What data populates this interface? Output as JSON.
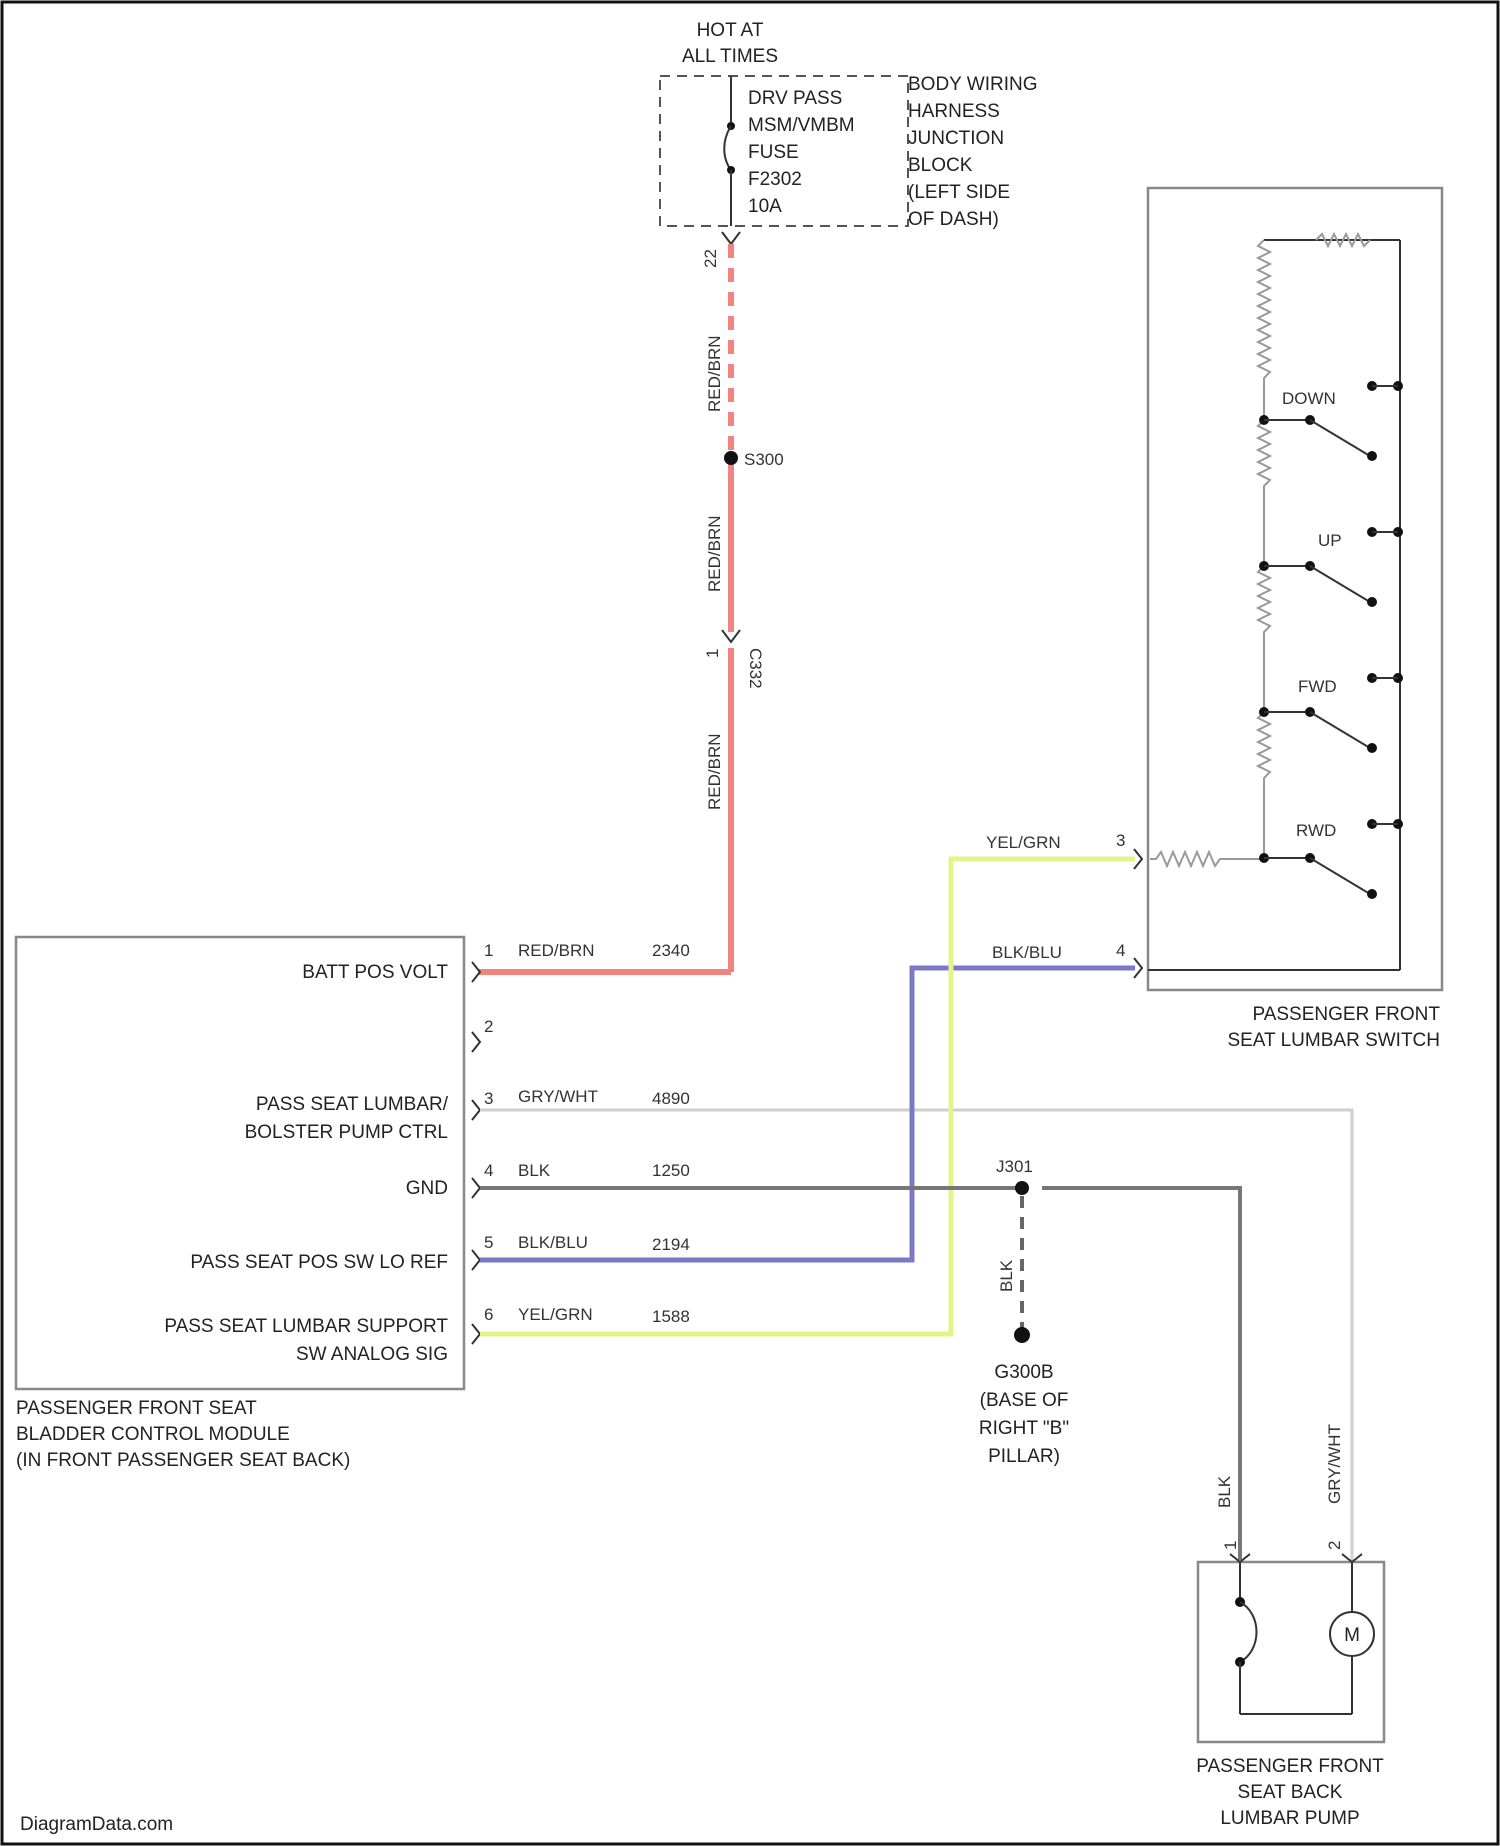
{
  "fuse_block": {
    "hot_label": [
      "HOT AT",
      "ALL TIMES"
    ],
    "fuse_lines": [
      "DRV PASS",
      "MSM/VMBM",
      "FUSE",
      "F2302",
      "10A"
    ],
    "location_lines": [
      "BODY WIRING",
      "HARNESS",
      "JUNCTION",
      "BLOCK",
      "(LEFT SIDE",
      "OF DASH)"
    ],
    "pin": "22"
  },
  "main_feed": {
    "upper_wire": "RED/BRN",
    "splice": "S300",
    "middle_wire": "RED/BRN",
    "connector_pin": "1",
    "connector": "C332",
    "lower_wire": "RED/BRN"
  },
  "module": {
    "name_lines": [
      "PASSENGER FRONT SEAT",
      "BLADDER CONTROL MODULE",
      "(IN FRONT PASSENGER SEAT BACK)"
    ],
    "pins": [
      {
        "pin": "1",
        "label_lines": [
          "BATT POS VOLT"
        ],
        "wire": "RED/BRN",
        "circuit": "2340"
      },
      {
        "pin": "2",
        "label_lines": [],
        "wire": "",
        "circuit": ""
      },
      {
        "pin": "3",
        "label_lines": [
          "PASS SEAT LUMBAR/",
          "BOLSTER PUMP CTRL"
        ],
        "wire": "GRY/WHT",
        "circuit": "4890"
      },
      {
        "pin": "4",
        "label_lines": [
          "GND"
        ],
        "wire": "BLK",
        "circuit": "1250"
      },
      {
        "pin": "5",
        "label_lines": [
          "PASS SEAT POS SW LO REF"
        ],
        "wire": "BLK/BLU",
        "circuit": "2194"
      },
      {
        "pin": "6",
        "label_lines": [
          "PASS SEAT LUMBAR SUPPORT",
          "SW ANALOG SIG"
        ],
        "wire": "YEL/GRN",
        "circuit": "1588"
      }
    ]
  },
  "switch": {
    "name_lines": [
      "PASSENGER FRONT",
      "SEAT LUMBAR SWITCH"
    ],
    "positions": [
      "DOWN",
      "UP",
      "FWD",
      "RWD"
    ],
    "pins": [
      {
        "pin": "3",
        "wire": "YEL/GRN"
      },
      {
        "pin": "4",
        "wire": "BLK/BLU"
      }
    ]
  },
  "ground": {
    "splice": "J301",
    "wire": "BLK",
    "name_lines": [
      "G300B",
      "(BASE OF",
      "RIGHT \"B\"",
      "PILLAR)"
    ]
  },
  "pump": {
    "name_lines": [
      "PASSENGER FRONT",
      "SEAT BACK",
      "LUMBAR PUMP"
    ],
    "motor_label": "M",
    "pins": [
      {
        "pin": "1",
        "wire": "BLK"
      },
      {
        "pin": "2",
        "wire": "GRY/WHT"
      }
    ]
  },
  "colors": {
    "red": "#f2847f",
    "yellow_green": "#e3f48a",
    "blue": "#7b78c6",
    "black": "#777777",
    "gray_white": "#cfcfcf"
  },
  "watermark": "DiagramData.com"
}
